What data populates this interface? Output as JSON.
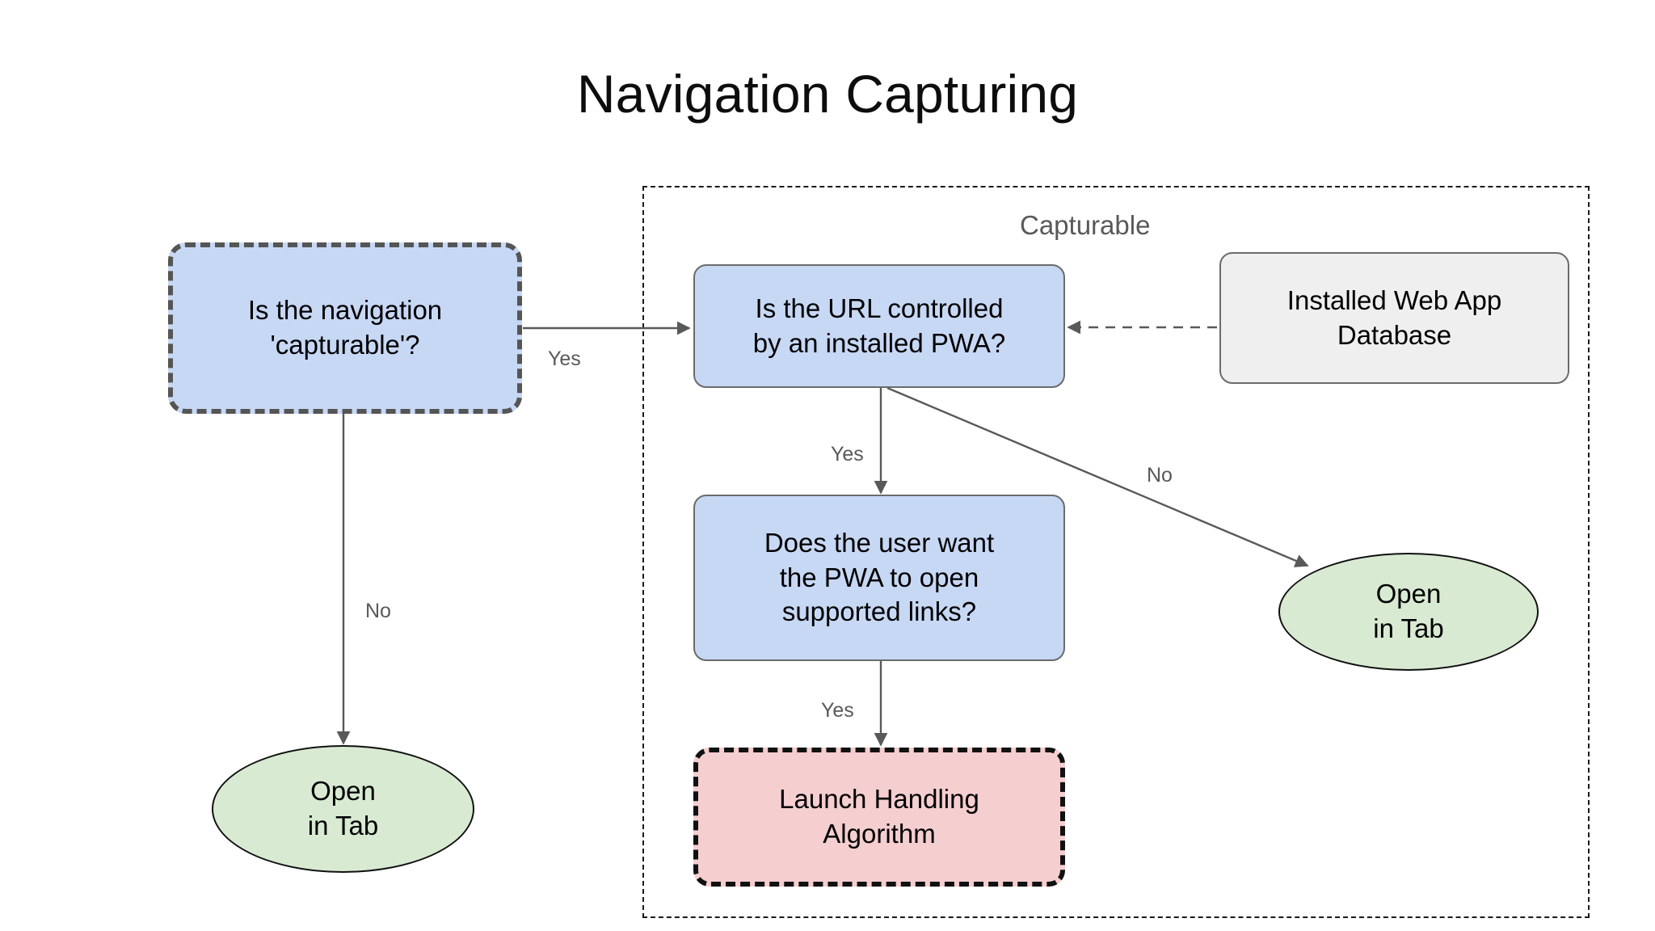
{
  "title": "Navigation Capturing",
  "group": {
    "label": "Capturable"
  },
  "nodes": {
    "start_decision": {
      "label": "Is the navigation\n'capturable'?",
      "shape": "rounded-rect-dashed",
      "fill": "#c7d8f5",
      "stroke": "#555555"
    },
    "url_decision": {
      "label": "Is the URL controlled\nby an installed PWA?",
      "shape": "rounded-rect",
      "fill": "#c7d8f5",
      "stroke": "#6b6b6b"
    },
    "db_store": {
      "label": "Installed Web App\nDatabase",
      "shape": "rounded-rect",
      "fill": "#efefef",
      "stroke": "#6b6b6b"
    },
    "user_decision": {
      "label": "Does the user want\nthe PWA to open\nsupported links?",
      "shape": "rounded-rect",
      "fill": "#c7d8f5",
      "stroke": "#6b6b6b"
    },
    "launch_algo": {
      "label": "Launch Handling\nAlgorithm",
      "shape": "rounded-rect-dashed",
      "fill": "#f5ced0",
      "stroke": "#111111"
    },
    "open_tab_left": {
      "label": "Open\nin Tab",
      "shape": "ellipse",
      "fill": "#d9ead3",
      "stroke": "#111111"
    },
    "open_tab_right": {
      "label": "Open\nin Tab",
      "shape": "ellipse",
      "fill": "#d9ead3",
      "stroke": "#111111"
    }
  },
  "edges": [
    {
      "from": "start_decision",
      "to": "url_decision",
      "label": "Yes",
      "style": "solid"
    },
    {
      "from": "start_decision",
      "to": "open_tab_left",
      "label": "No",
      "style": "solid"
    },
    {
      "from": "url_decision",
      "to": "user_decision",
      "label": "Yes",
      "style": "solid"
    },
    {
      "from": "url_decision",
      "to": "open_tab_right",
      "label": "No",
      "style": "solid"
    },
    {
      "from": "user_decision",
      "to": "launch_algo",
      "label": "Yes",
      "style": "solid"
    },
    {
      "from": "db_store",
      "to": "url_decision",
      "label": "",
      "style": "dashed"
    }
  ],
  "edge_labels": {
    "yes_to_url": "Yes",
    "no_to_tab_left": "No",
    "yes_to_user": "Yes",
    "no_to_tab_right": "No",
    "yes_to_algo": "Yes"
  },
  "colors": {
    "decision_fill": "#c7d8f5",
    "terminal_fill": "#d9ead3",
    "algo_fill": "#f5ced0",
    "store_fill": "#efefef",
    "edge_stroke": "#595959",
    "group_stroke": "#1a1a1a",
    "label_text": "#595959"
  }
}
